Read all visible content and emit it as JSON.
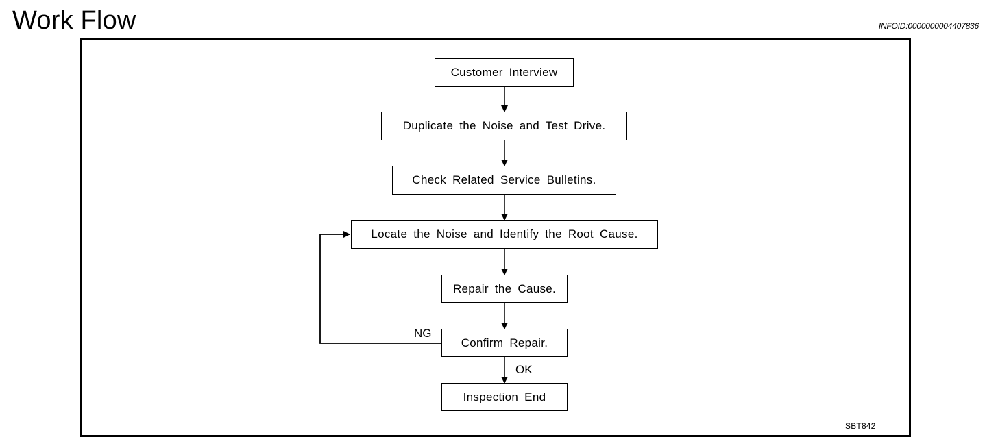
{
  "header": {
    "title": "Work Flow",
    "info_id": "INFOID:0000000004407836"
  },
  "flow": {
    "steps": [
      {
        "label": "Customer Interview"
      },
      {
        "label": "Duplicate the Noise and Test Drive."
      },
      {
        "label": "Check Related Service Bulletins."
      },
      {
        "label": "Locate the Noise and Identify the Root Cause."
      },
      {
        "label": "Repair the Cause."
      },
      {
        "label": "Confirm Repair."
      },
      {
        "label": "Inspection End"
      }
    ],
    "branches": {
      "ng": "NG",
      "ok": "OK"
    }
  },
  "figure": {
    "code": "SBT842"
  }
}
